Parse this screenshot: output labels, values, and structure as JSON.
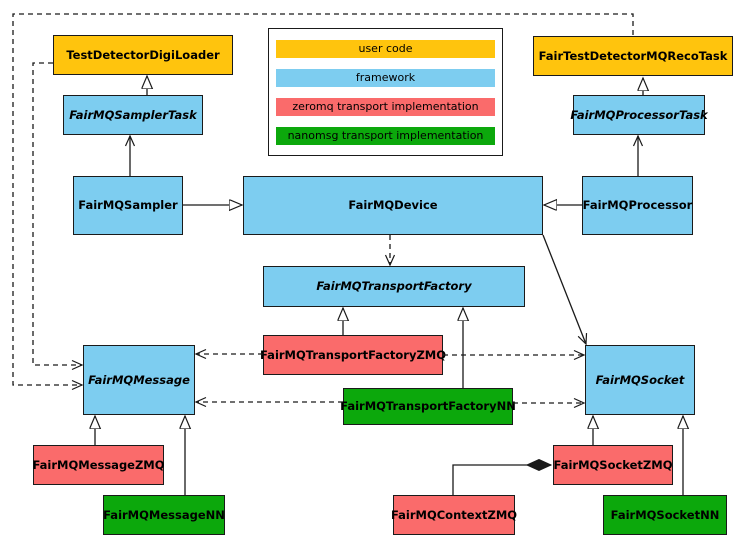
{
  "colors": {
    "user_code": "#FFC40D",
    "framework": "#7DCDF0",
    "zeromq": "#FA6B6B",
    "nanomsg": "#0CA80C",
    "line": "#1a1a1a",
    "background": "#ffffff"
  },
  "legend": {
    "items": [
      {
        "label": "user code",
        "color_key": "user_code"
      },
      {
        "label": "framework",
        "color_key": "framework"
      },
      {
        "label": "zeromq transport implementation",
        "color_key": "zeromq"
      },
      {
        "label": "nanomsg transport implementation",
        "color_key": "nanomsg"
      }
    ]
  },
  "nodes": {
    "testDetectorDigiLoader": {
      "label": "TestDetectorDigiLoader",
      "category": "user_code",
      "abstract": false
    },
    "fairTestDetectorMQRecoTask": {
      "label": "FairTestDetectorMQRecoTask",
      "category": "user_code",
      "abstract": false
    },
    "fairMQSamplerTask": {
      "label": "FairMQSamplerTask",
      "category": "framework",
      "abstract": true
    },
    "fairMQProcessorTask": {
      "label": "FairMQProcessorTask",
      "category": "framework",
      "abstract": true
    },
    "fairMQSampler": {
      "label": "FairMQSampler",
      "category": "framework",
      "abstract": false
    },
    "fairMQDevice": {
      "label": "FairMQDevice",
      "category": "framework",
      "abstract": false
    },
    "fairMQProcessor": {
      "label": "FairMQProcessor",
      "category": "framework",
      "abstract": false
    },
    "fairMQTransportFactory": {
      "label": "FairMQTransportFactory",
      "category": "framework",
      "abstract": true
    },
    "fairMQTransportFactoryZMQ": {
      "label": "FairMQTransportFactoryZMQ",
      "category": "zeromq",
      "abstract": false
    },
    "fairMQTransportFactoryNN": {
      "label": "FairMQTransportFactoryNN",
      "category": "nanomsg",
      "abstract": false
    },
    "fairMQMessage": {
      "label": "FairMQMessage",
      "category": "framework",
      "abstract": true
    },
    "fairMQSocket": {
      "label": "FairMQSocket",
      "category": "framework",
      "abstract": true
    },
    "fairMQMessageZMQ": {
      "label": "FairMQMessageZMQ",
      "category": "zeromq",
      "abstract": false
    },
    "fairMQMessageNN": {
      "label": "FairMQMessageNN",
      "category": "nanomsg",
      "abstract": false
    },
    "fairMQSocketZMQ": {
      "label": "FairMQSocketZMQ",
      "category": "zeromq",
      "abstract": false
    },
    "fairMQContextZMQ": {
      "label": "FairMQContextZMQ",
      "category": "zeromq",
      "abstract": false
    },
    "fairMQSocketNN": {
      "label": "FairMQSocketNN",
      "category": "nanomsg",
      "abstract": false
    }
  },
  "edges": [
    {
      "from": "fairMQSamplerTask",
      "to": "testDetectorDigiLoader",
      "type": "inheritance-triangle",
      "style": "solid"
    },
    {
      "from": "fairMQProcessorTask",
      "to": "fairTestDetectorMQRecoTask",
      "type": "inheritance-triangle",
      "style": "solid"
    },
    {
      "from": "fairMQSampler",
      "to": "fairMQSamplerTask",
      "type": "association-arrow",
      "style": "solid"
    },
    {
      "from": "fairMQProcessor",
      "to": "fairMQProcessorTask",
      "type": "association-arrow",
      "style": "solid"
    },
    {
      "from": "fairMQSampler",
      "to": "fairMQDevice",
      "type": "inheritance-triangle",
      "style": "solid"
    },
    {
      "from": "fairMQProcessor",
      "to": "fairMQDevice",
      "type": "inheritance-triangle",
      "style": "solid"
    },
    {
      "from": "fairMQDevice",
      "to": "fairMQTransportFactory",
      "type": "dependency-arrow",
      "style": "dashed"
    },
    {
      "from": "fairMQDevice",
      "to": "fairMQSocket",
      "type": "association-arrow",
      "style": "solid"
    },
    {
      "from": "fairMQTransportFactoryZMQ",
      "to": "fairMQTransportFactory",
      "type": "inheritance-triangle",
      "style": "solid"
    },
    {
      "from": "fairMQTransportFactoryNN",
      "to": "fairMQTransportFactory",
      "type": "inheritance-triangle",
      "style": "solid"
    },
    {
      "from": "fairMQTransportFactoryZMQ",
      "to": "fairMQMessage",
      "type": "dependency-arrow",
      "style": "dashed"
    },
    {
      "from": "fairMQTransportFactoryZMQ",
      "to": "fairMQSocket",
      "type": "dependency-arrow",
      "style": "dashed"
    },
    {
      "from": "fairMQTransportFactoryNN",
      "to": "fairMQMessage",
      "type": "dependency-arrow",
      "style": "dashed"
    },
    {
      "from": "fairMQTransportFactoryNN",
      "to": "fairMQSocket",
      "type": "dependency-arrow",
      "style": "dashed"
    },
    {
      "from": "fairTestDetectorMQRecoTask",
      "to": "fairMQMessage",
      "type": "dependency-arrow",
      "style": "dashed"
    },
    {
      "from": "testDetectorDigiLoader",
      "to": "fairMQMessage",
      "type": "dependency-arrow",
      "style": "dashed"
    },
    {
      "from": "fairMQMessageZMQ",
      "to": "fairMQMessage",
      "type": "inheritance-triangle",
      "style": "solid"
    },
    {
      "from": "fairMQMessageNN",
      "to": "fairMQMessage",
      "type": "inheritance-triangle",
      "style": "solid"
    },
    {
      "from": "fairMQSocketZMQ",
      "to": "fairMQSocket",
      "type": "inheritance-triangle",
      "style": "solid"
    },
    {
      "from": "fairMQSocketNN",
      "to": "fairMQSocket",
      "type": "inheritance-triangle",
      "style": "solid"
    },
    {
      "from": "fairMQContextZMQ",
      "to": "fairMQSocketZMQ",
      "type": "composition-diamond",
      "style": "solid"
    }
  ]
}
